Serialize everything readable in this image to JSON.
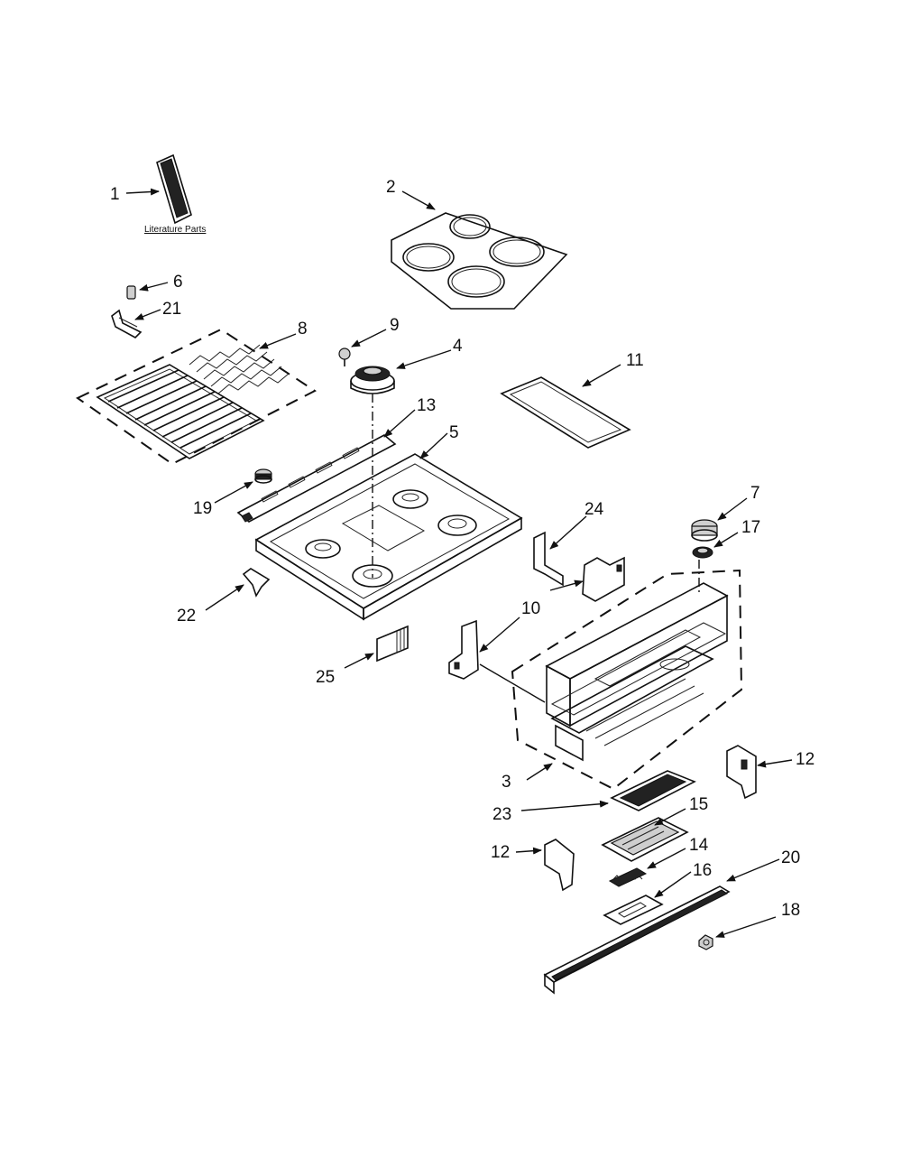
{
  "diagram": {
    "literature_caption": "Literature Parts",
    "callouts": {
      "p1": "1",
      "p2": "2",
      "p3": "3",
      "p4": "4",
      "p5": "5",
      "p6": "6",
      "p7": "7",
      "p8": "8",
      "p9": "9",
      "p10": "10",
      "p11": "11",
      "p12a": "12",
      "p12b": "12",
      "p13": "13",
      "p14": "14",
      "p15": "15",
      "p16": "16",
      "p17": "17",
      "p18": "18",
      "p19": "19",
      "p20": "20",
      "p21": "21",
      "p22": "22",
      "p23": "23",
      "p24": "24",
      "p25": "25"
    }
  }
}
